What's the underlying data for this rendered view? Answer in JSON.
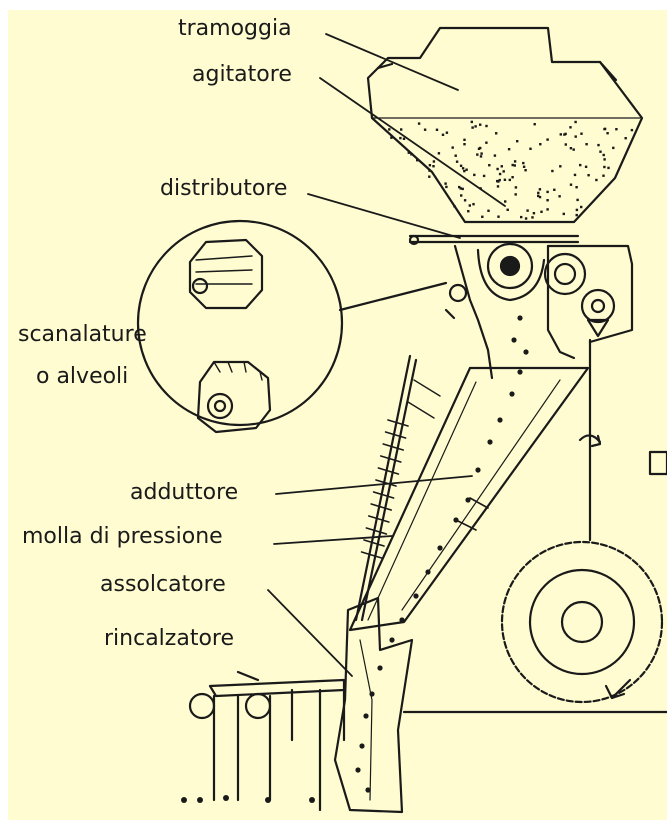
{
  "colors": {
    "background": "#fefcd0",
    "ink": "#1a1a1a"
  },
  "labels": {
    "tramoggia": "tramoggia",
    "agitatore": "agitatore",
    "distributore": "distributore",
    "scanalature_1": "scanalature",
    "scanalature_2": "o alveoli",
    "adduttore": "adduttore",
    "molla": "molla di pressione",
    "assolcatore": "assolcatore",
    "rincalzatore": "rincalzatore"
  }
}
